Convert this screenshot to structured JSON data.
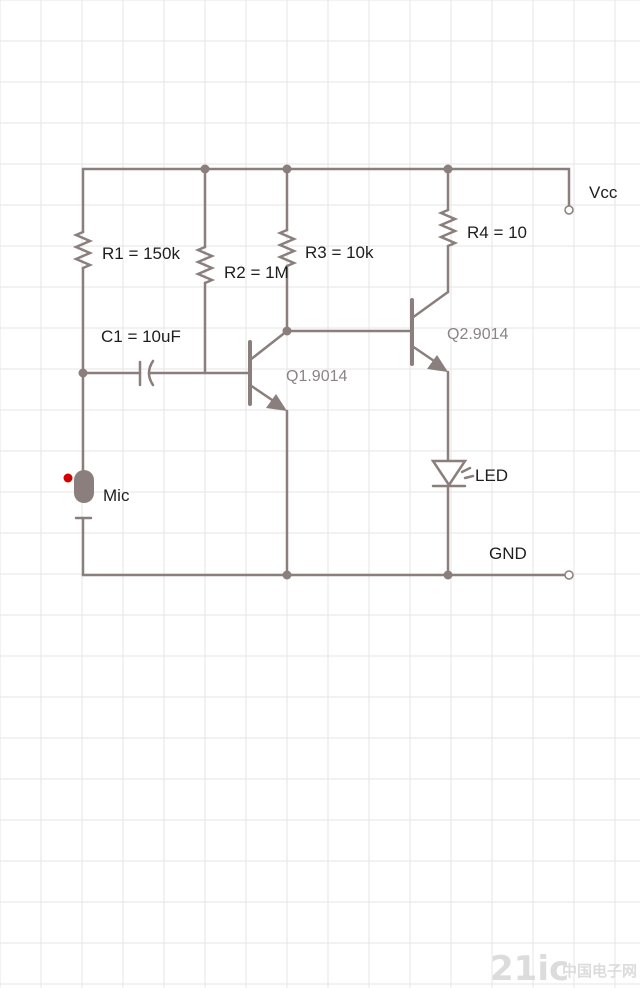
{
  "diagram": {
    "components": {
      "r1": "R1 = 150k",
      "r2": "R2 = 1M",
      "r3": "R3 = 10k",
      "r4": "R4 = 10",
      "c1": "C1 = 10uF",
      "q1": "Q1.9014",
      "q2": "Q2.9014",
      "mic": "Mic",
      "led": "LED"
    },
    "rails": {
      "vcc": "Vcc",
      "gnd": "GND"
    }
  },
  "watermark": {
    "brand": "21ic",
    "suffix": "中国电子网"
  },
  "colors": {
    "wire": "#8a7f7c",
    "grid": "#e6e6e6",
    "mic_indicator": "#d40000"
  }
}
